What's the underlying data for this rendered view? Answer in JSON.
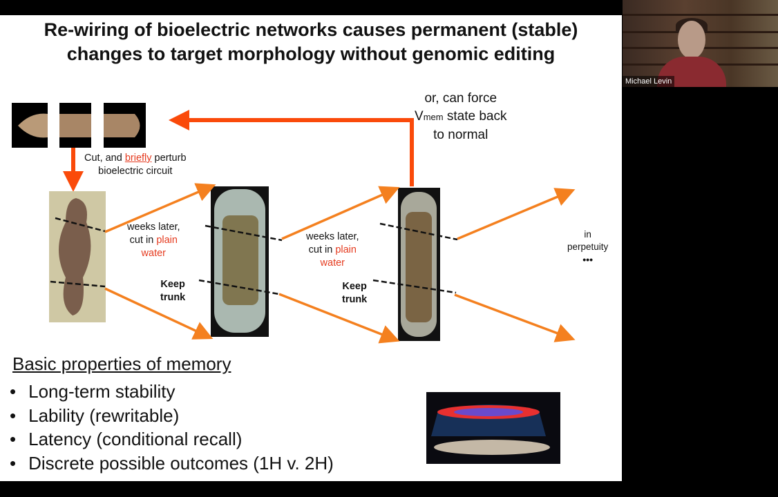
{
  "slide": {
    "title_line1": "Re-wiring of bioelectric networks causes permanent (stable)",
    "title_line2": "changes to target morphology without genomic editing",
    "force_line1": "or, can force",
    "force_v": "V",
    "force_sub": "mem",
    "force_line2_rest": " state back",
    "force_line3": "to normal",
    "cut_prefix": "Cut, and ",
    "cut_briefly": "briefly",
    "cut_suffix": " perturb",
    "cut_line2": "bioelectric circuit",
    "weeks1": "weeks later,",
    "cutin": "cut in ",
    "plain": "plain",
    "water": "water",
    "keep": "Keep",
    "trunk": "trunk",
    "in": "in",
    "perpetuity": "perpetuity",
    "dots": "•••",
    "memory_title": "Basic properties of memory",
    "properties": [
      "Long-term stability",
      "Lability (rewritable)",
      "Latency (conditional recall)",
      "Discrete possible outcomes (1H v. 2H)"
    ]
  },
  "participant": {
    "name": "Michael Levin"
  },
  "colors": {
    "arrow": "#f4801f",
    "red_arrow": "#fa4a0a",
    "accent_text": "#e53a1e"
  }
}
